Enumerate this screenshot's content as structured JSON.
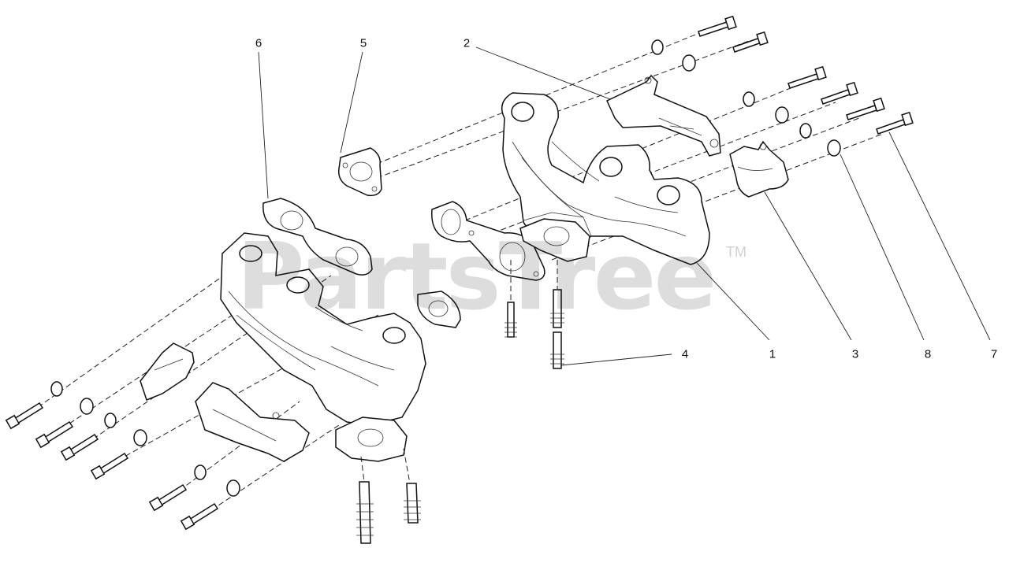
{
  "callouts": {
    "c1": "1",
    "c2": "2",
    "c3": "3",
    "c4": "4",
    "c5": "5",
    "c6": "6",
    "c7": "7",
    "c8": "8"
  },
  "watermark": {
    "text": "PartsTree",
    "trademark": "TM"
  }
}
